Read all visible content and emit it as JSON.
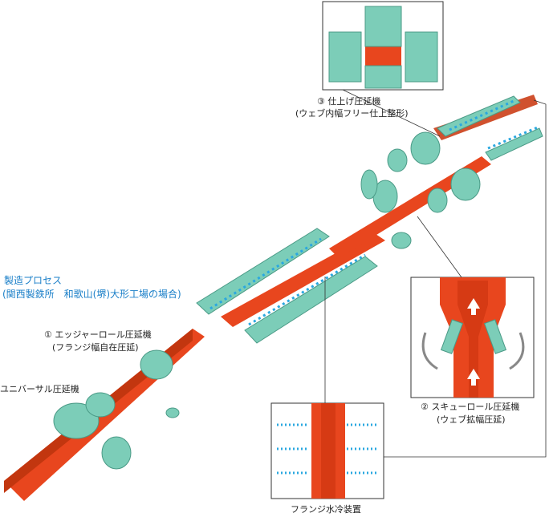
{
  "title": {
    "line1": "製造プロセス",
    "line2": "(関西製鉄所　和歌山(堺)大形工場の場合)"
  },
  "labels": {
    "universal": "ユニバーサル圧延機",
    "edger": {
      "name": "① エッジャーロール圧延機",
      "desc": "(フランジ幅自在圧延)"
    },
    "skew": {
      "name": "② スキューロール圧延機",
      "desc": "(ウェブ拡幅圧延)"
    },
    "finish": {
      "name": "③ 仕上げ圧延機",
      "desc": "(ウェブ内幅フリー仕上整形)"
    },
    "cooling": "フランジ水冷装置"
  },
  "colors": {
    "steel": "#e8461e",
    "roll": "#7ccdb8",
    "water": "#2aa8e0",
    "title": "#1a7fc8"
  }
}
